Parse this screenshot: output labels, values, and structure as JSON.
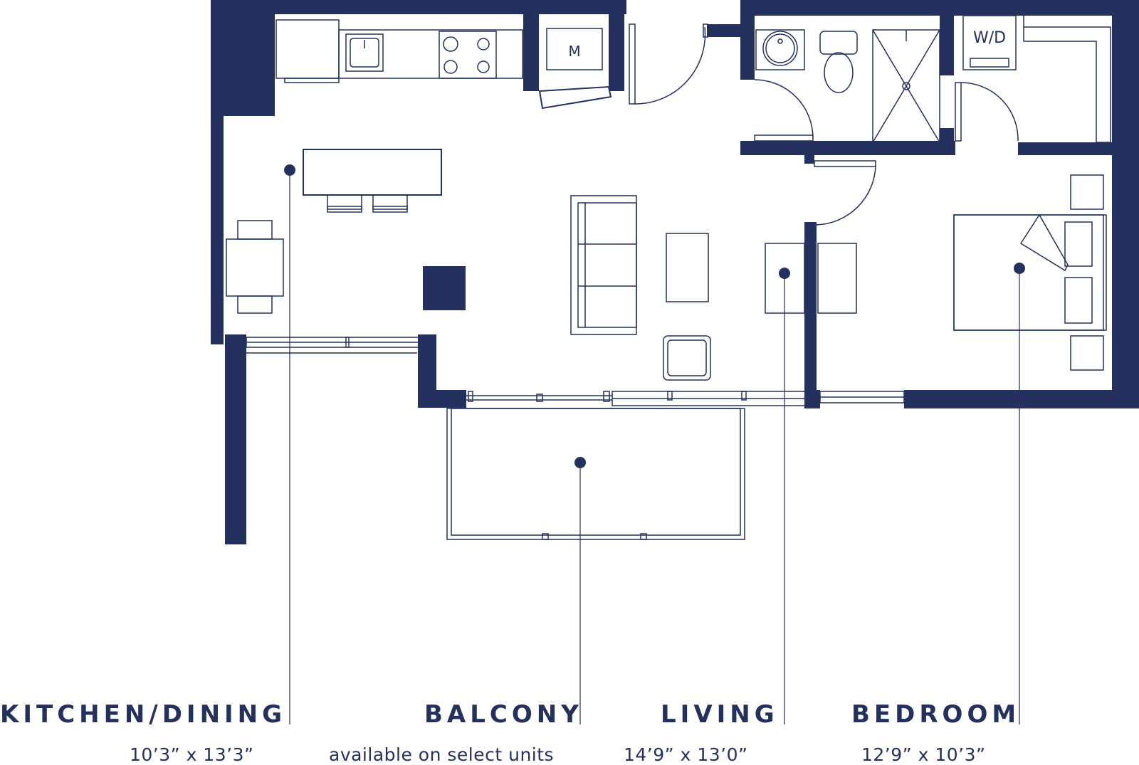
{
  "colors": {
    "ink": "#24305e",
    "background": "#ffffff"
  },
  "appliances": {
    "microwave": "M",
    "washer_dryer": "W/D"
  },
  "rooms": [
    {
      "id": "kitchen-dining",
      "label": "KITCHEN/DINING",
      "detail": "10’3” x 13’3”"
    },
    {
      "id": "balcony",
      "label": "BALCONY",
      "detail": "available on select units"
    },
    {
      "id": "living",
      "label": "LIVING",
      "detail": "14’9” x 13’0”"
    },
    {
      "id": "bedroom",
      "label": "BEDROOM",
      "detail": "12’9” x 10’3”"
    }
  ]
}
